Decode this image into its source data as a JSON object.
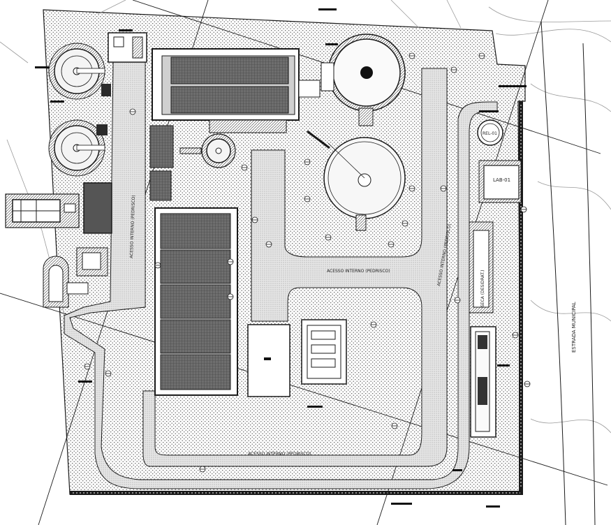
{
  "labels": {
    "road_north": "ACESSO INTERNO (PEDRISCO)",
    "road_east": "ACESSO INTERNO (PEDRISCO)",
    "road_south": "ACESSO INTERNO (PEDRISCO)",
    "road_west": "ACESSO INTERNO (PEDRISCO)",
    "lab": "LAB-01",
    "rel": "REL-01",
    "highway": "ESTRADA MUNICIPAL",
    "desidrat": "SECA (DESIDRAT.)"
  },
  "colors": {
    "line": "#1a1a1a",
    "fill_tank": "#f4f4f4",
    "fill_dark": "#2b2b2b",
    "road": "#d8d8d8",
    "ground_dot": "#555555"
  }
}
